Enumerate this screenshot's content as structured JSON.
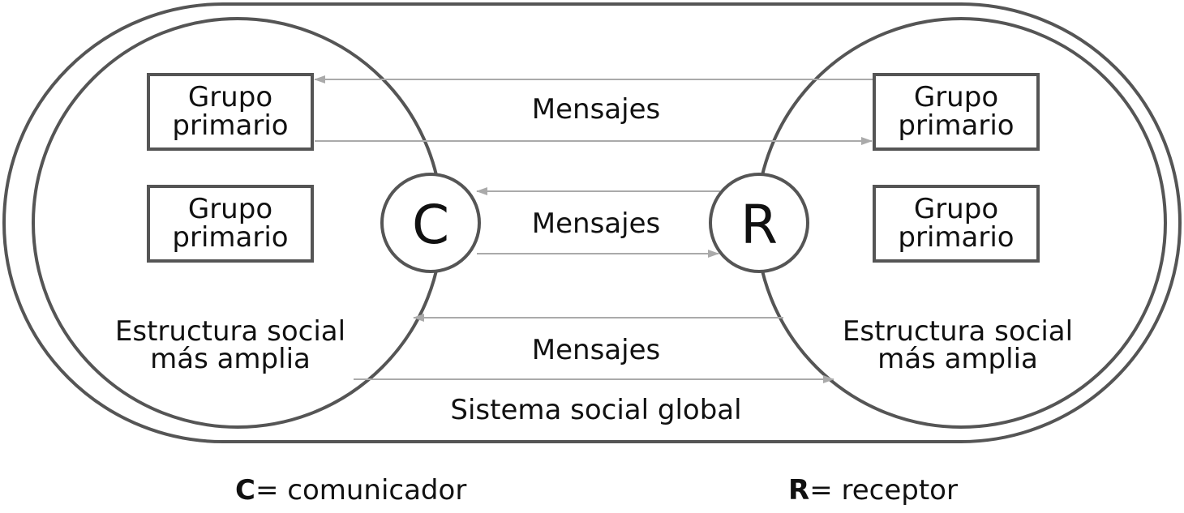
{
  "diagram": {
    "outer_label": "Sistema social global",
    "left": {
      "boxes": [
        {
          "line1": "Grupo",
          "line2": "primario"
        },
        {
          "line1": "Grupo",
          "line2": "primario"
        }
      ],
      "structure_line1": "Estructura social",
      "structure_line2": "más amplia"
    },
    "right": {
      "boxes": [
        {
          "line1": "Grupo",
          "line2": "primario"
        },
        {
          "line1": "Grupo",
          "line2": "primario"
        }
      ],
      "structure_line1": "Estructura social",
      "structure_line2": "más amplia"
    },
    "communicator_node": "C",
    "receiver_node": "R",
    "messages": [
      "Mensajes",
      "Mensajes",
      "Mensajes"
    ],
    "colors": {
      "stroke": "#555555",
      "arrow": "#aaaaaa",
      "text": "#111111"
    }
  },
  "legend": {
    "c_key": "C",
    "c_text": "= comunicador",
    "r_key": "R",
    "r_text": "= receptor"
  }
}
